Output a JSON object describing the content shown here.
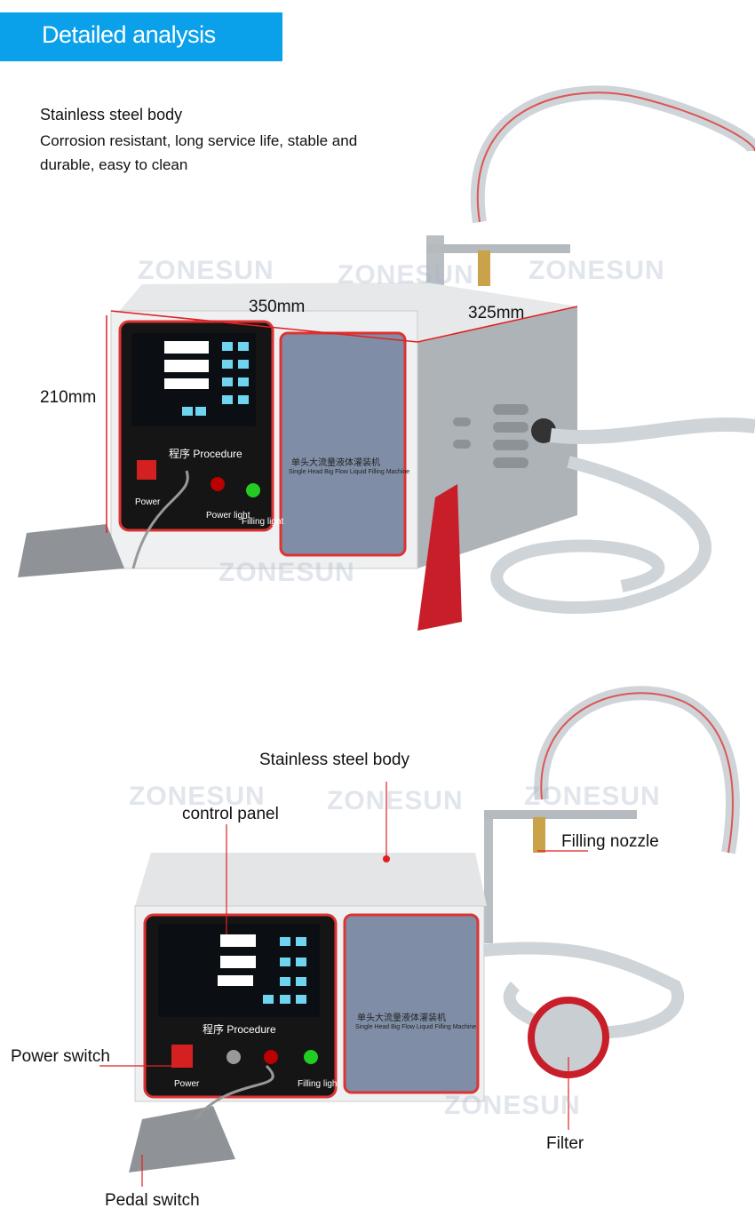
{
  "header": {
    "title": "Detailed analysis"
  },
  "intro": {
    "title": "Stainless steel body",
    "description": "Corrosion resistant, long service life, stable and durable, easy to clean"
  },
  "dimensions": {
    "width": "350mm",
    "depth": "325mm",
    "height": "210mm"
  },
  "watermark": "ZONESUN",
  "machine": {
    "procedure": "程序 Procedure",
    "plate_cn": "单头大流量液体灌装机",
    "plate_en": "Single Head Big Flow Liquid Filling Machine",
    "power_light": "Power light",
    "filling_light": "Filling light",
    "power": "Power"
  },
  "callouts": {
    "body": "Stainless steel body",
    "control_panel": "control panel",
    "nozzle": "Filling nozzle",
    "power_switch": "Power switch",
    "filter": "Filter",
    "pedal": "Pedal switch"
  },
  "colors": {
    "accent": "#0aa1ea",
    "leader": "#e02020"
  }
}
